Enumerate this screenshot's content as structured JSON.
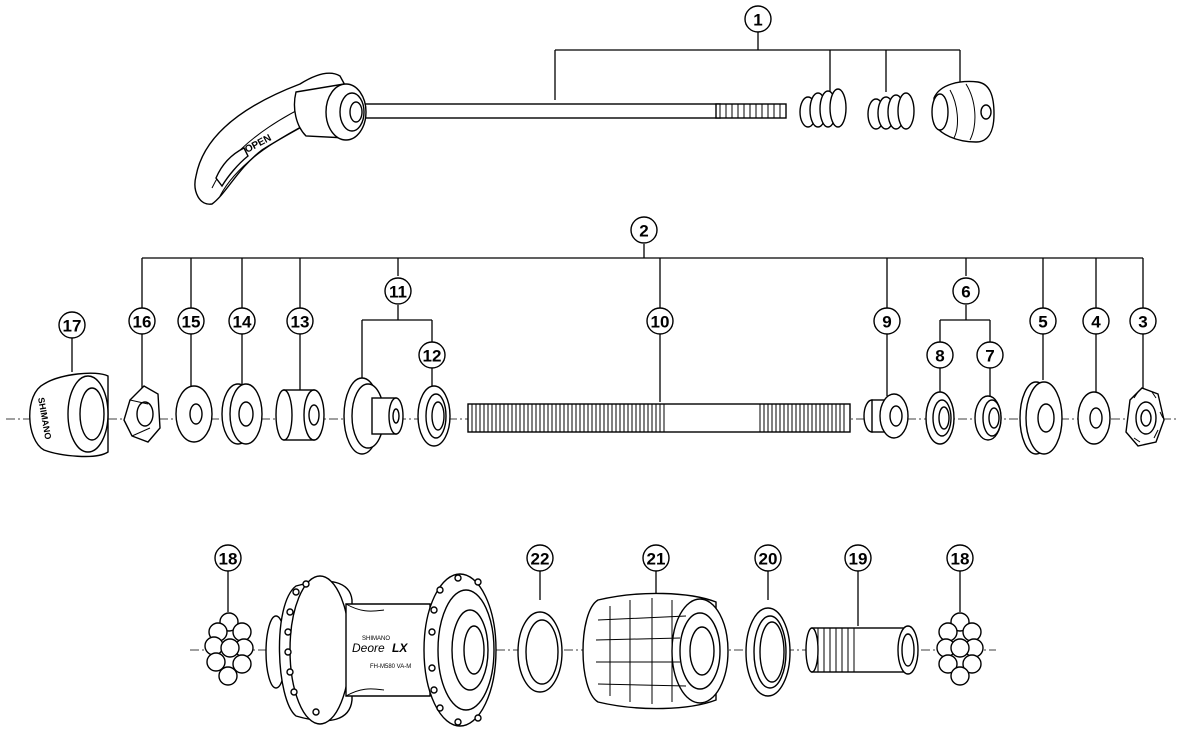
{
  "diagram": {
    "callouts": [
      "1",
      "2",
      "3",
      "4",
      "5",
      "6",
      "7",
      "8",
      "9",
      "10",
      "11",
      "12",
      "13",
      "14",
      "15",
      "16",
      "17",
      "18",
      "19",
      "20",
      "21",
      "22"
    ],
    "part_text": {
      "lever_word": "OPEN",
      "cap_brand": "SHIMANO",
      "hub_brand": "SHIMANO",
      "hub_model": "Deore",
      "hub_model_suffix": "LX",
      "hub_code": "FH-M580 VA-M"
    }
  }
}
